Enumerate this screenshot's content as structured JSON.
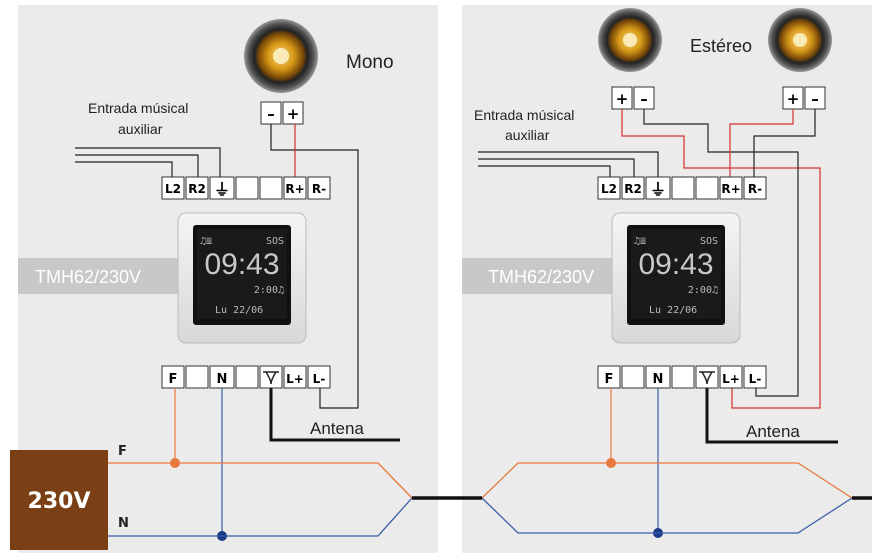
{
  "left_panel": {
    "speaker_label": "Mono",
    "aux_input": [
      "Entrada músical",
      "auxiliar"
    ],
    "speaker_terminals": [
      "–",
      "+"
    ],
    "top_terminals": [
      "L2",
      "R2",
      "⏚",
      "",
      "",
      "R+",
      "R-"
    ],
    "model_label": "TMH62/230V",
    "bottom_terminals": [
      "F",
      "",
      "N",
      "",
      "ANT",
      "L+",
      "L-"
    ],
    "antenna_label": "Antena"
  },
  "right_panel": {
    "speaker_label": "Estéreo",
    "aux_input": [
      "Entrada músical",
      "auxiliar"
    ],
    "speaker_left_terminals": [
      "+",
      "–"
    ],
    "speaker_right_terminals": [
      "+",
      "–"
    ],
    "top_terminals": [
      "L2",
      "R2",
      "⏚",
      "",
      "",
      "R+",
      "R-"
    ],
    "model_label": "TMH62/230V",
    "bottom_terminals": [
      "F",
      "",
      "N",
      "",
      "ANT",
      "L+",
      "L-"
    ],
    "antenna_label": "Antena"
  },
  "screen": {
    "top_left": "♫≣",
    "top_right": "SOS",
    "time": "09:43",
    "alarm": "2:00♫",
    "date": "Lu 22/06"
  },
  "power": {
    "voltage": "230V",
    "phase_label": "F",
    "neutral_label": "N"
  },
  "colors": {
    "phase_wire": "#e8783c",
    "neutral_wire": "#3a5ea8",
    "speaker_red": "#d83030",
    "power_box": "#7a3f14",
    "panel_bg": "#ebebeb"
  }
}
